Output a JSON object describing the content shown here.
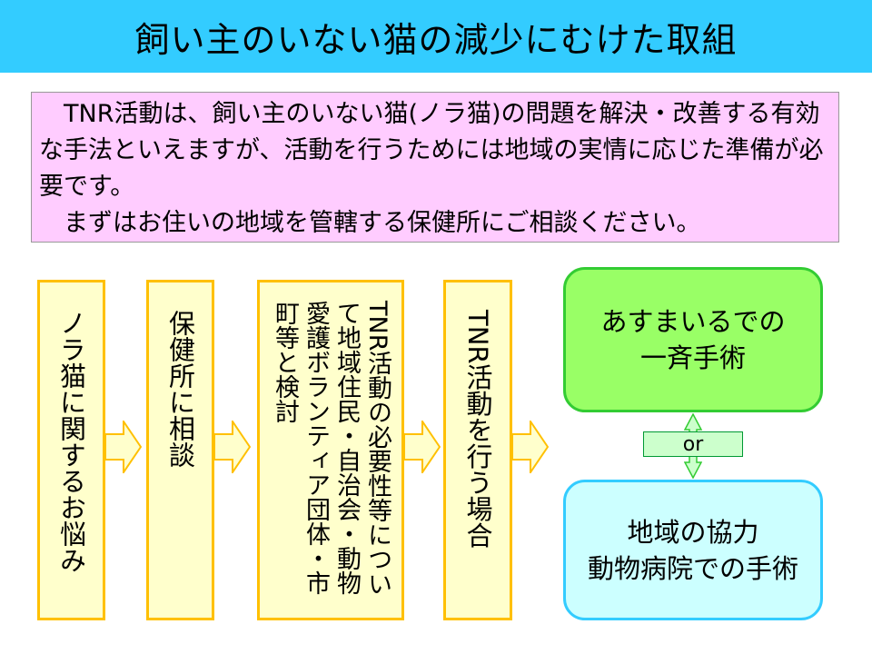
{
  "title": "飼い主のいない猫の減少にむけた取組",
  "intro": {
    "paragraph1": "　TNR活動は、飼い主のいない猫(ノラ猫)の問題を解決・改善する有効な手法といえますが、活動を行うためには地域の実情に応じた準備が必要です。",
    "paragraph2": "　まずはお住いの地域を管轄する保健所にご相談ください。"
  },
  "steps": [
    "ノラ猫に関するお悩み",
    "保健所に相談",
    "TNR活動の必要性等について地域住民・自治会・動物愛護ボランティア団体・市町等と検討",
    "TNR活動を行う場合"
  ],
  "options": {
    "option_a": {
      "line1": "あすまいるでの",
      "line2": "一斉手術"
    },
    "connector": "or",
    "option_b": {
      "line1": "地域の協力",
      "line2": "動物病院での手術"
    }
  },
  "colors": {
    "title_bg": "#33ccff",
    "intro_bg": "#ffccff",
    "step_bg": "#ffffcc",
    "step_border": "#ffc000",
    "option_a_bg": "#99ff66",
    "option_a_border": "#33cc33",
    "option_b_bg": "#ccffff",
    "option_b_border": "#33ccff",
    "connector_bg": "#ccffcc"
  }
}
